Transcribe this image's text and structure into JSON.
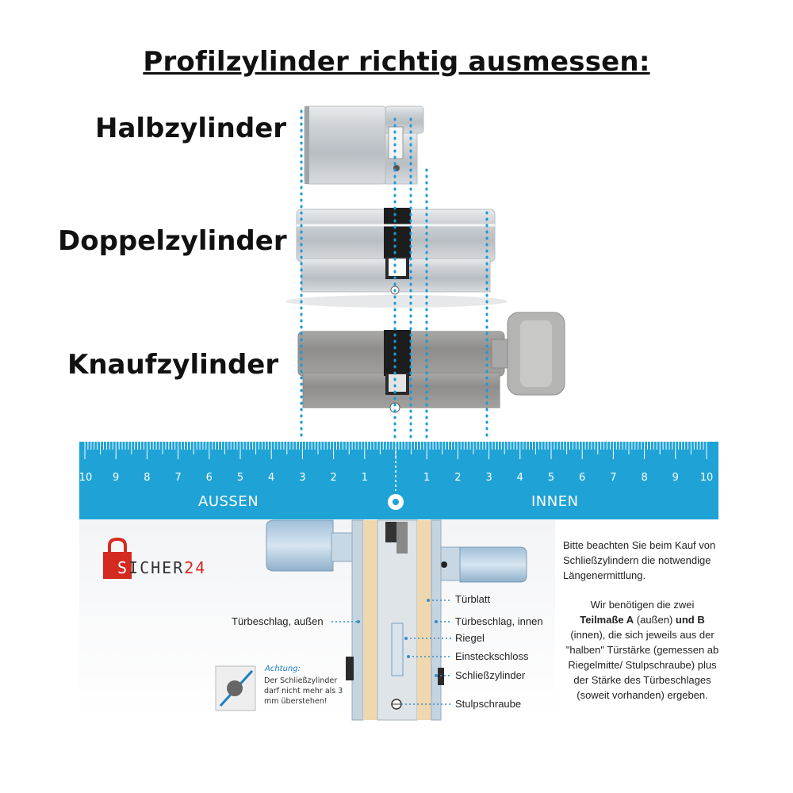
{
  "title": "Profilzylinder richtig ausmessen:",
  "cylinders": {
    "half": "Halbzylinder",
    "double": "Doppelzylinder",
    "knob": "Knaufzylinder"
  },
  "ruler": {
    "left_numbers": [
      "10",
      "9",
      "8",
      "7",
      "6",
      "5",
      "4",
      "3",
      "2",
      "1"
    ],
    "right_numbers": [
      "1",
      "2",
      "3",
      "4",
      "5",
      "6",
      "7",
      "8",
      "9",
      "10"
    ],
    "outside_label": "AUSSEN",
    "inside_label": "INNEN",
    "color": "#1fa3d6"
  },
  "logo": {
    "letter_s": "S",
    "name": "ICHER",
    "number": "24"
  },
  "diagram_labels": {
    "fitting_outside": "Türbeschlag, außen",
    "door_leaf": "Türblatt",
    "fitting_inside": "Türbeschlag, innen",
    "bolt": "Riegel",
    "mortise_lock": "Einsteckschloss",
    "lock_cylinder": "Schließzylinder",
    "faceplate_screw": "Stulpschraube"
  },
  "warning": {
    "title": "Achtung:",
    "text": "Der Schließzylinder darf nicht mehr als 3 mm überstehen!"
  },
  "side_text": {
    "p1": "Bitte beachten Sie beim Kauf von Schließzylindern die notwendige Längenermittlung.",
    "p2_intro": "Wir benötigen die zwei",
    "p2_bold1": "Teilmaße A",
    "p2_mid": " (außen) ",
    "p2_bold2": "und B",
    "p2_rest": "(innen), die sich jeweils aus der \"halben\" Türstärke (gemessen ab Riegelmitte/ Stulpschraube) plus der Stärke des Türbeschlages (soweit vorhanden) ergeben."
  }
}
